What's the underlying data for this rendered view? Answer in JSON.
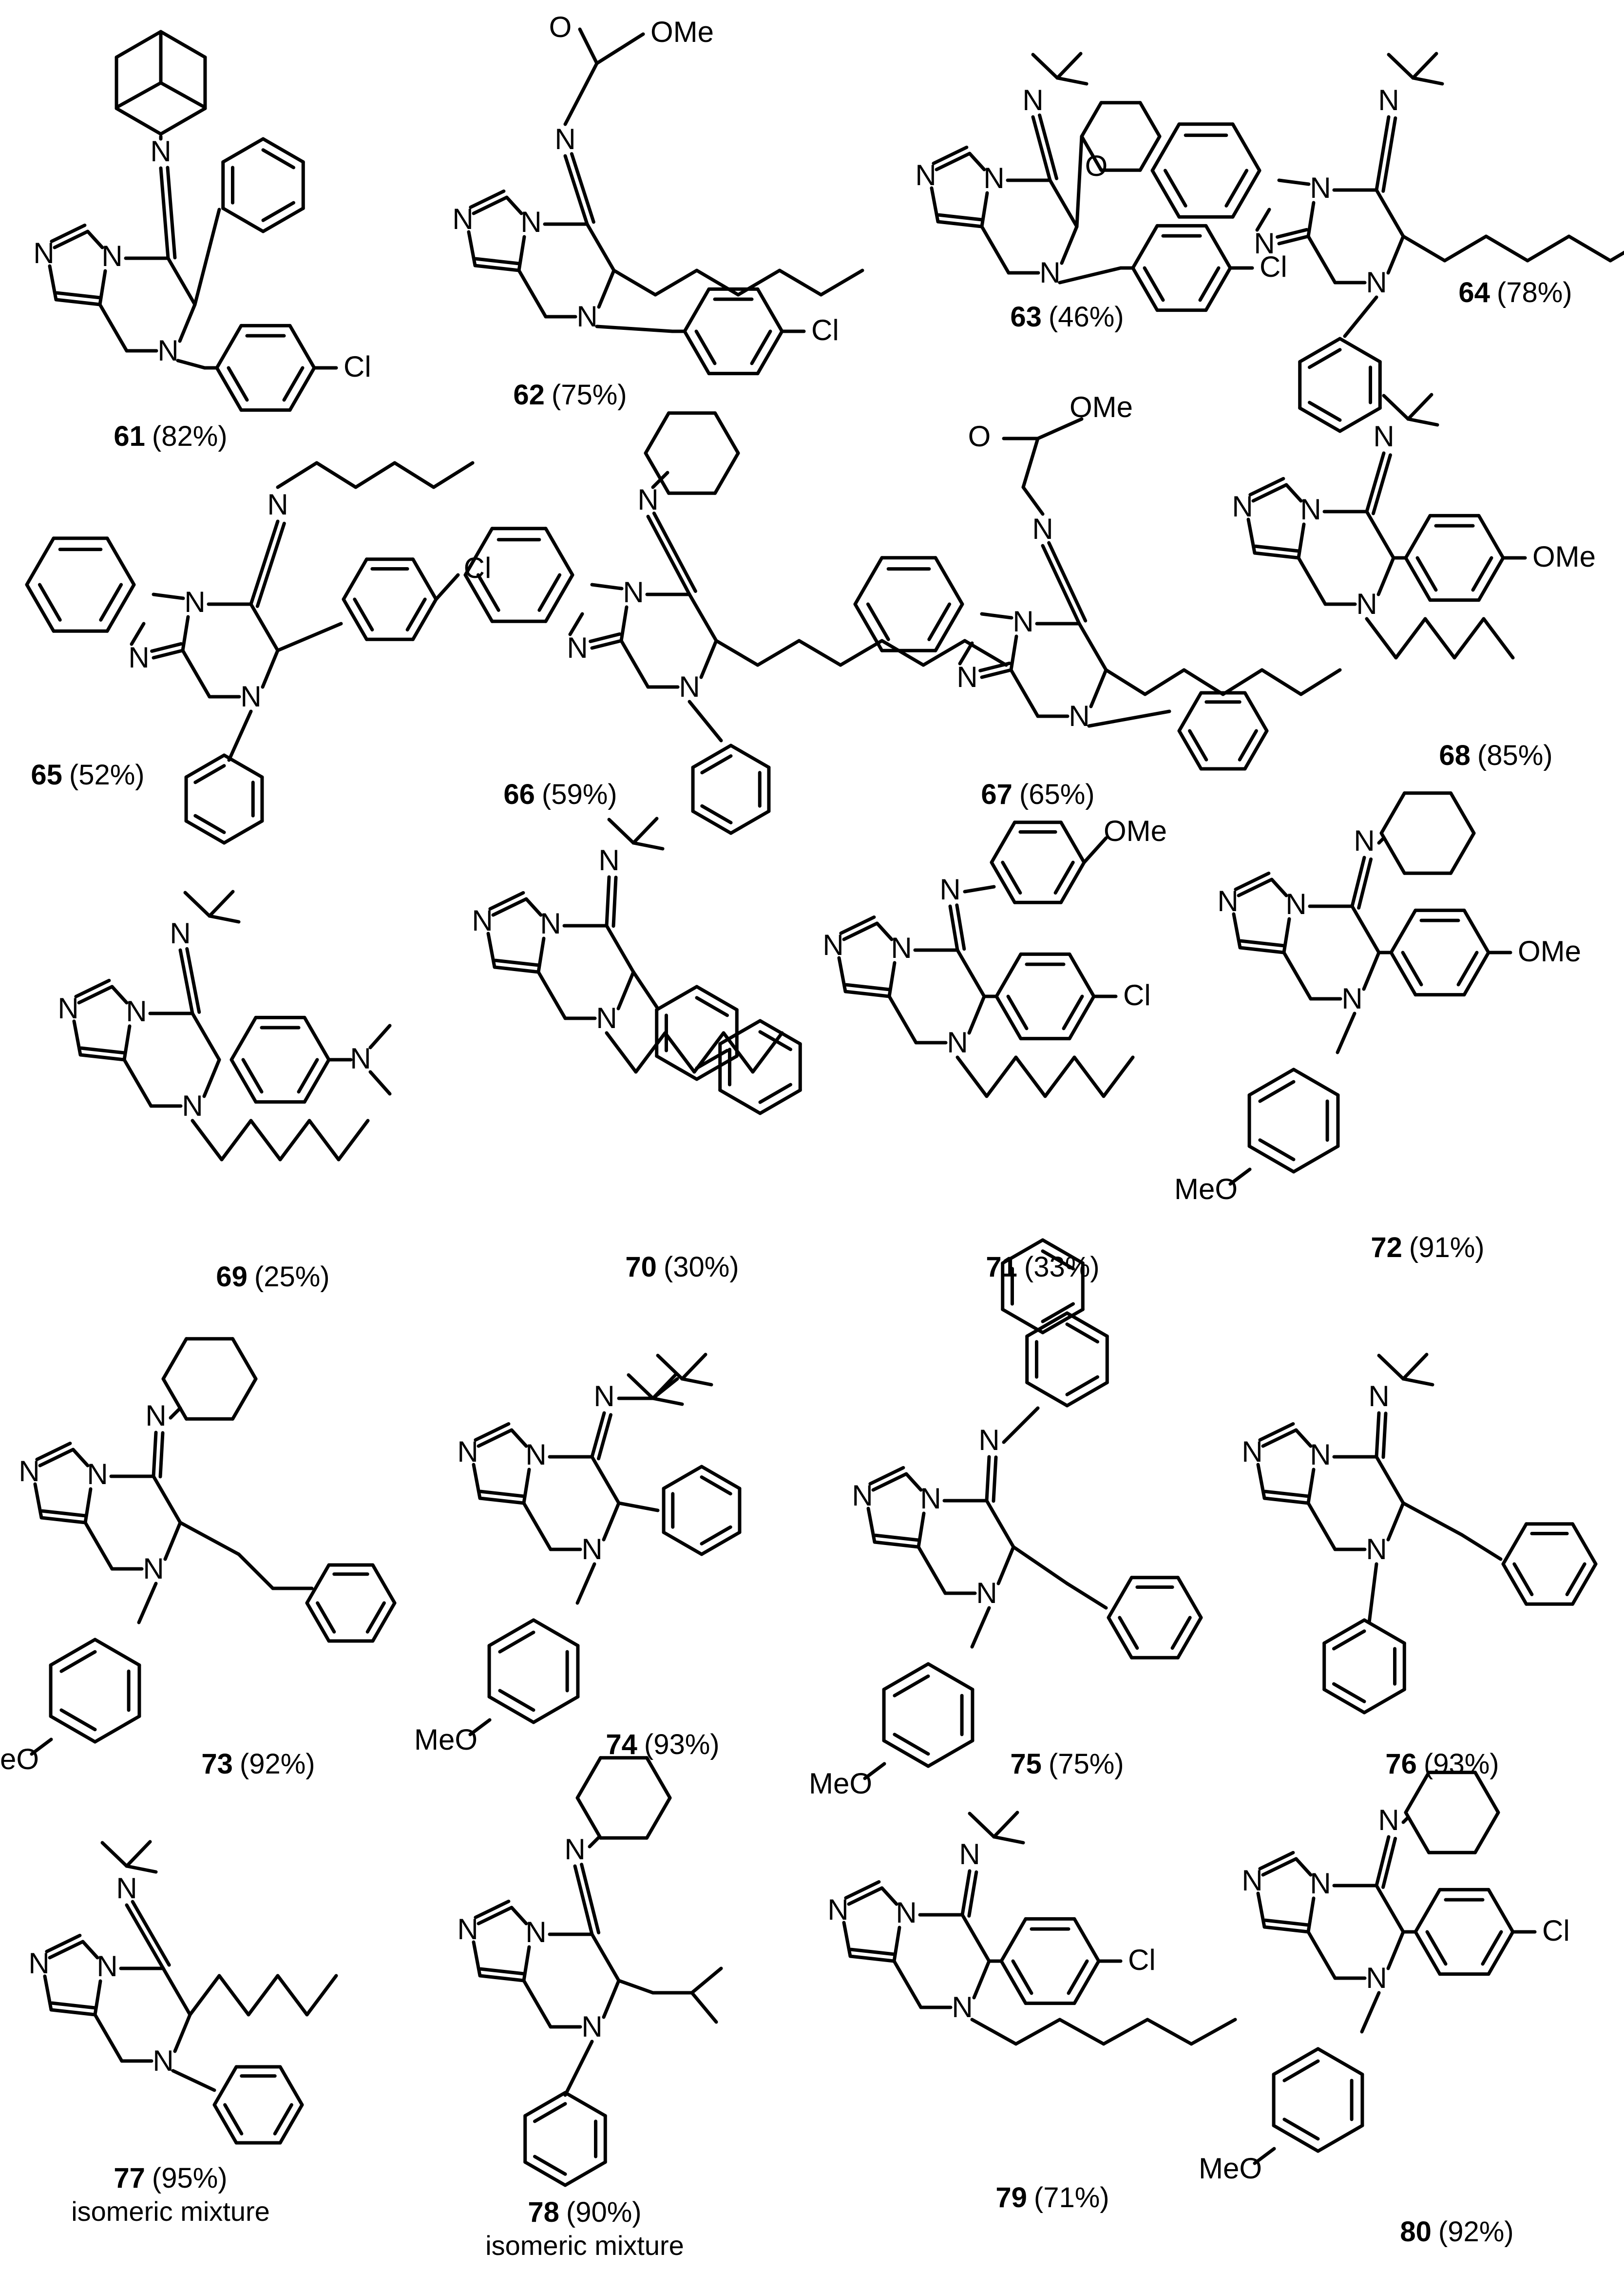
{
  "atoms": {
    "nitrogen": "N",
    "chlorine": "Cl",
    "oxygen": "O",
    "methoxy_right": "OMe",
    "methoxy_left": "MeO"
  },
  "compounds": [
    {
      "number": "61",
      "yield": "(82%)"
    },
    {
      "number": "62",
      "yield": "(75%)"
    },
    {
      "number": "63",
      "yield": "(46%)"
    },
    {
      "number": "64",
      "yield": "(78%)"
    },
    {
      "number": "65",
      "yield": "(52%)"
    },
    {
      "number": "66",
      "yield": "(59%)"
    },
    {
      "number": "67",
      "yield": "(65%)"
    },
    {
      "number": "68",
      "yield": "(85%)"
    },
    {
      "number": "69",
      "yield": "(25%)"
    },
    {
      "number": "70",
      "yield": "(30%)"
    },
    {
      "number": "71",
      "yield": "(33%)"
    },
    {
      "number": "72",
      "yield": "(91%)"
    },
    {
      "number": "73",
      "yield": "(92%)"
    },
    {
      "number": "74",
      "yield": "(93%)"
    },
    {
      "number": "75",
      "yield": "(75%)"
    },
    {
      "number": "76",
      "yield": "(93%)"
    },
    {
      "number": "77",
      "yield": "(95%)",
      "note": "isomeric mixture"
    },
    {
      "number": "78",
      "yield": "(90%)",
      "note": "isomeric mixture"
    },
    {
      "number": "79",
      "yield": "(71%)"
    },
    {
      "number": "80",
      "yield": "(92%)"
    }
  ]
}
